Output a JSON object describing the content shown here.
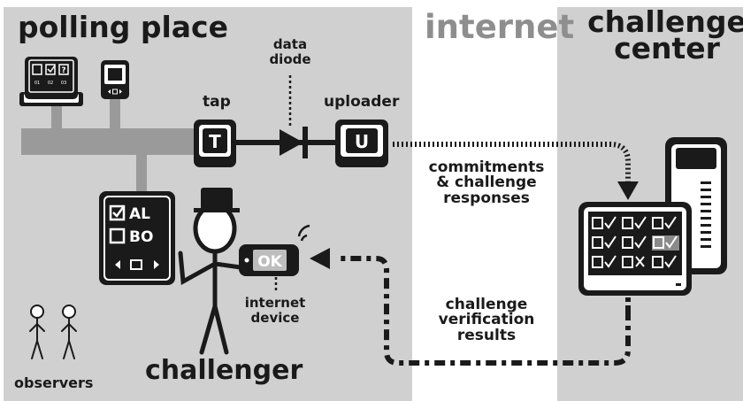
{
  "regions": {
    "polling_place": "polling place",
    "internet": "internet",
    "challenge_center": "challenge center"
  },
  "labels": {
    "data_diode_line1": "data",
    "data_diode_line2": "diode",
    "tap": "tap",
    "uploader": "uploader",
    "commitments_line1": "commitments",
    "commitments_line2": "& challenge",
    "commitments_line3": "responses",
    "verification_line1": "challenge",
    "verification_line2": "verification",
    "verification_line3": "results",
    "internet_device_line1": "internet",
    "internet_device_line2": "device",
    "challenger": "challenger",
    "observers": "observers"
  },
  "devices": {
    "tap_letter": "T",
    "uploader_letter": "U",
    "ok_text": "OK",
    "ballot_line1": "AL",
    "ballot_line2": "BO",
    "screen_items": [
      "01",
      "02",
      "03"
    ],
    "screen_item3_glyph": "?"
  },
  "colors": {
    "region_gray": "#d0d0d0",
    "dark": "#1a1a1a",
    "bus_gray": "#9a9a9a",
    "white": "#ffffff"
  }
}
